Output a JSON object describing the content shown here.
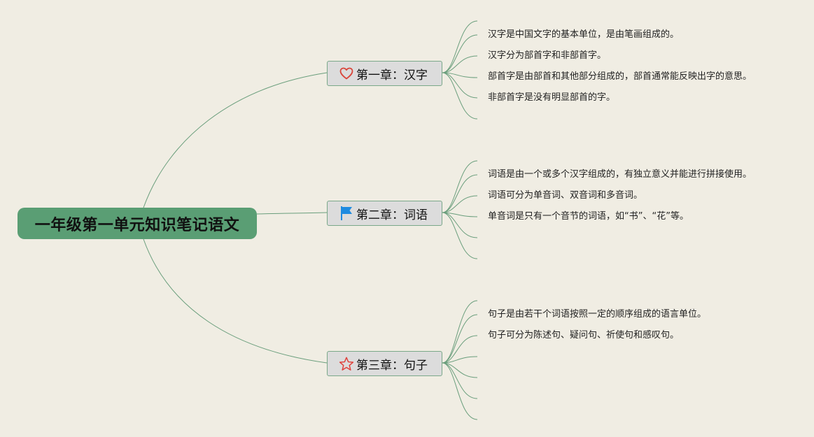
{
  "colors": {
    "background": "#f0ede3",
    "central_fill": "#5a9e74",
    "chapter_fill": "#dcdcdc",
    "chapter_border": "#7aa889",
    "link": "#6a9e7c",
    "heart_icon": "#d9453a",
    "flag_icon": "#1e8be0",
    "star_icon": "#e0403a"
  },
  "central_topic": "一年级第一单元知识笔记语文",
  "chapters": [
    {
      "icon": "heart-icon",
      "title": "第一章：汉字",
      "notes": [
        "汉字是中国文字的基本单位，是由笔画组成的。",
        "汉字分为部首字和非部首字。",
        "部首字是由部首和其他部分组成的，部首通常能反映出字的意思。",
        "非部首字是没有明显部首的字。"
      ]
    },
    {
      "icon": "flag-icon",
      "title": "第二章：词语",
      "notes": [
        "词语是由一个或多个汉字组成的，有独立意义并能进行拼接使用。",
        "词语可分为单音词、双音词和多音词。",
        "单音词是只有一个音节的词语，如“书”、“花”等。"
      ]
    },
    {
      "icon": "star-icon",
      "title": "第三章：句子",
      "notes": [
        "句子是由若干个词语按照一定的顺序组成的语言单位。",
        "句子可分为陈述句、疑问句、祈使句和感叹句。"
      ]
    }
  ]
}
